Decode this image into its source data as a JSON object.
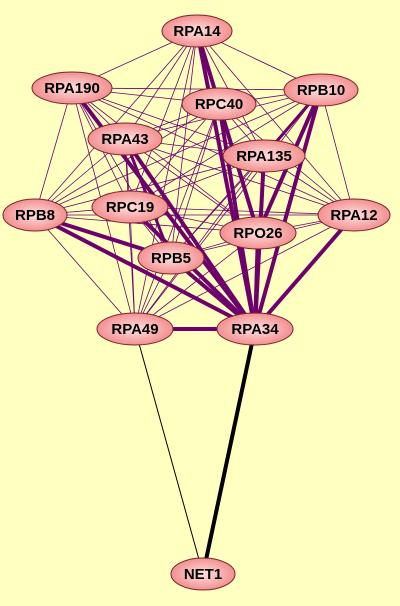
{
  "colors": {
    "background": "#ffffc0",
    "edge": "#6e006e",
    "edge_net1": "#000000",
    "node_fill_center": "#ffe0e0",
    "node_fill_edge": "#f08080",
    "node_stroke": "#7a2030"
  },
  "nodes": [
    {
      "id": "RPA14",
      "label": "RPA14"
    },
    {
      "id": "RPA190",
      "label": "RPA190"
    },
    {
      "id": "RPB10",
      "label": "RPB10"
    },
    {
      "id": "RPC40",
      "label": "RPC40"
    },
    {
      "id": "RPA43",
      "label": "RPA43"
    },
    {
      "id": "RPA135",
      "label": "RPA135"
    },
    {
      "id": "RPB8",
      "label": "RPB8"
    },
    {
      "id": "RPC19",
      "label": "RPC19"
    },
    {
      "id": "RPA12",
      "label": "RPA12"
    },
    {
      "id": "RPO26",
      "label": "RPO26"
    },
    {
      "id": "RPB5",
      "label": "RPB5"
    },
    {
      "id": "RPA49",
      "label": "RPA49"
    },
    {
      "id": "RPA34",
      "label": "RPA34"
    },
    {
      "id": "NET1",
      "label": "NET1"
    }
  ]
}
